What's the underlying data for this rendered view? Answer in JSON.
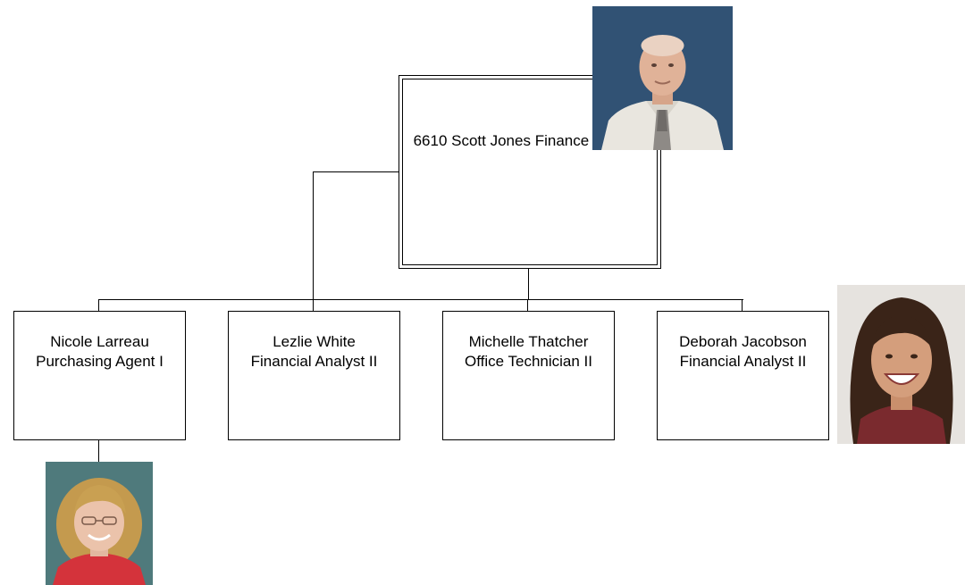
{
  "director": {
    "number": "6610",
    "name": "Scott Jones",
    "title": "Finance Director"
  },
  "staff": [
    {
      "name": "Nicole Larreau",
      "title": "Purchasing Agent I"
    },
    {
      "name": "Lezlie White",
      "title": "Financial Analyst II"
    },
    {
      "name": "Michelle Thatcher",
      "title": "Office Technician II"
    },
    {
      "name": "Deborah Jacobson",
      "title": "Financial Analyst II"
    }
  ],
  "photos": {
    "director": "portrait-photo",
    "nicole": "portrait-photo",
    "deborah": "portrait-photo"
  }
}
